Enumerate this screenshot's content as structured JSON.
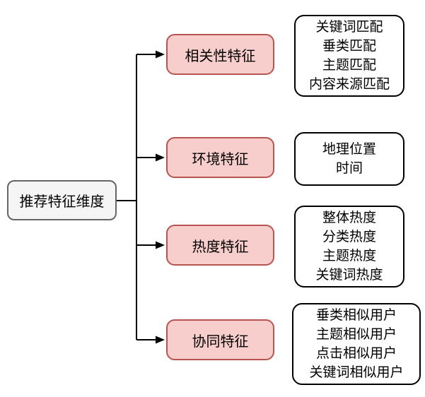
{
  "colors": {
    "background": "#ffffff",
    "root_fill": "#f5f5f5",
    "root_border": "#666666",
    "branch_fill": "#f8cecc",
    "branch_border": "#b85450",
    "leaf_fill": "#ffffff",
    "leaf_border": "#000000",
    "connector": "#000000",
    "text": "#000000"
  },
  "root": {
    "label": "推荐特征维度"
  },
  "branches": [
    {
      "label": "相关性特征",
      "items": [
        "关键词匹配",
        "垂类匹配",
        "主题匹配",
        "内容来源匹配"
      ]
    },
    {
      "label": "环境特征",
      "items": [
        "地理位置",
        "时间"
      ]
    },
    {
      "label": "热度特征",
      "items": [
        "整体热度",
        "分类热度",
        "主题热度",
        "关键词热度"
      ]
    },
    {
      "label": "协同特征",
      "items": [
        "垂类相似用户",
        "主题相似用户",
        "点击相似用户",
        "关键词相似用户"
      ]
    }
  ]
}
